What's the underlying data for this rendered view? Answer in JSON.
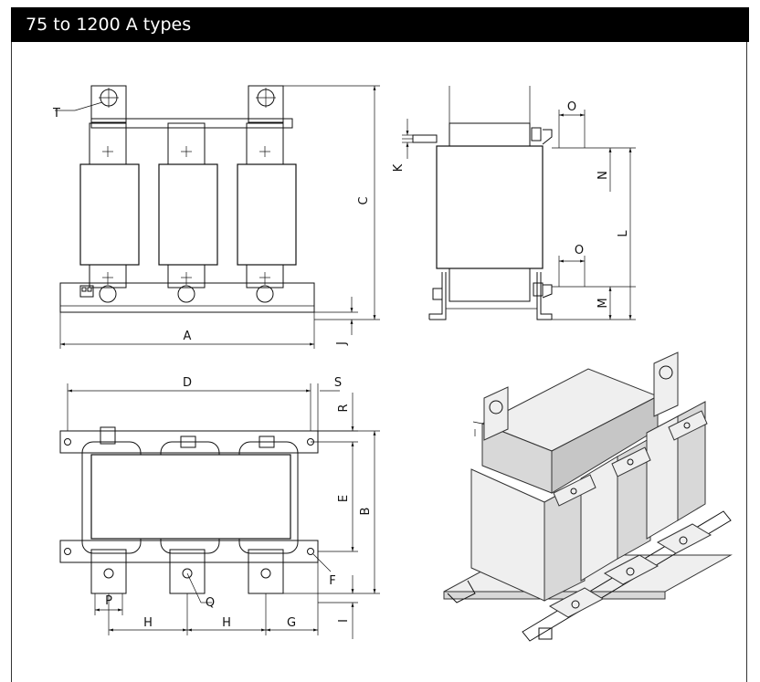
{
  "header": {
    "title": "75 to 1200 A types"
  },
  "labels": {
    "A": "A",
    "B": "B",
    "C": "C",
    "D": "D",
    "E": "E",
    "F": "F",
    "G": "G",
    "H1": "H",
    "H2": "H",
    "I": "I",
    "J": "J",
    "K": "K",
    "L": "L",
    "M": "M",
    "N": "N",
    "O1": "O",
    "O2": "O",
    "P": "P",
    "Q": "Q",
    "R": "R",
    "S": "S",
    "T": "T"
  }
}
